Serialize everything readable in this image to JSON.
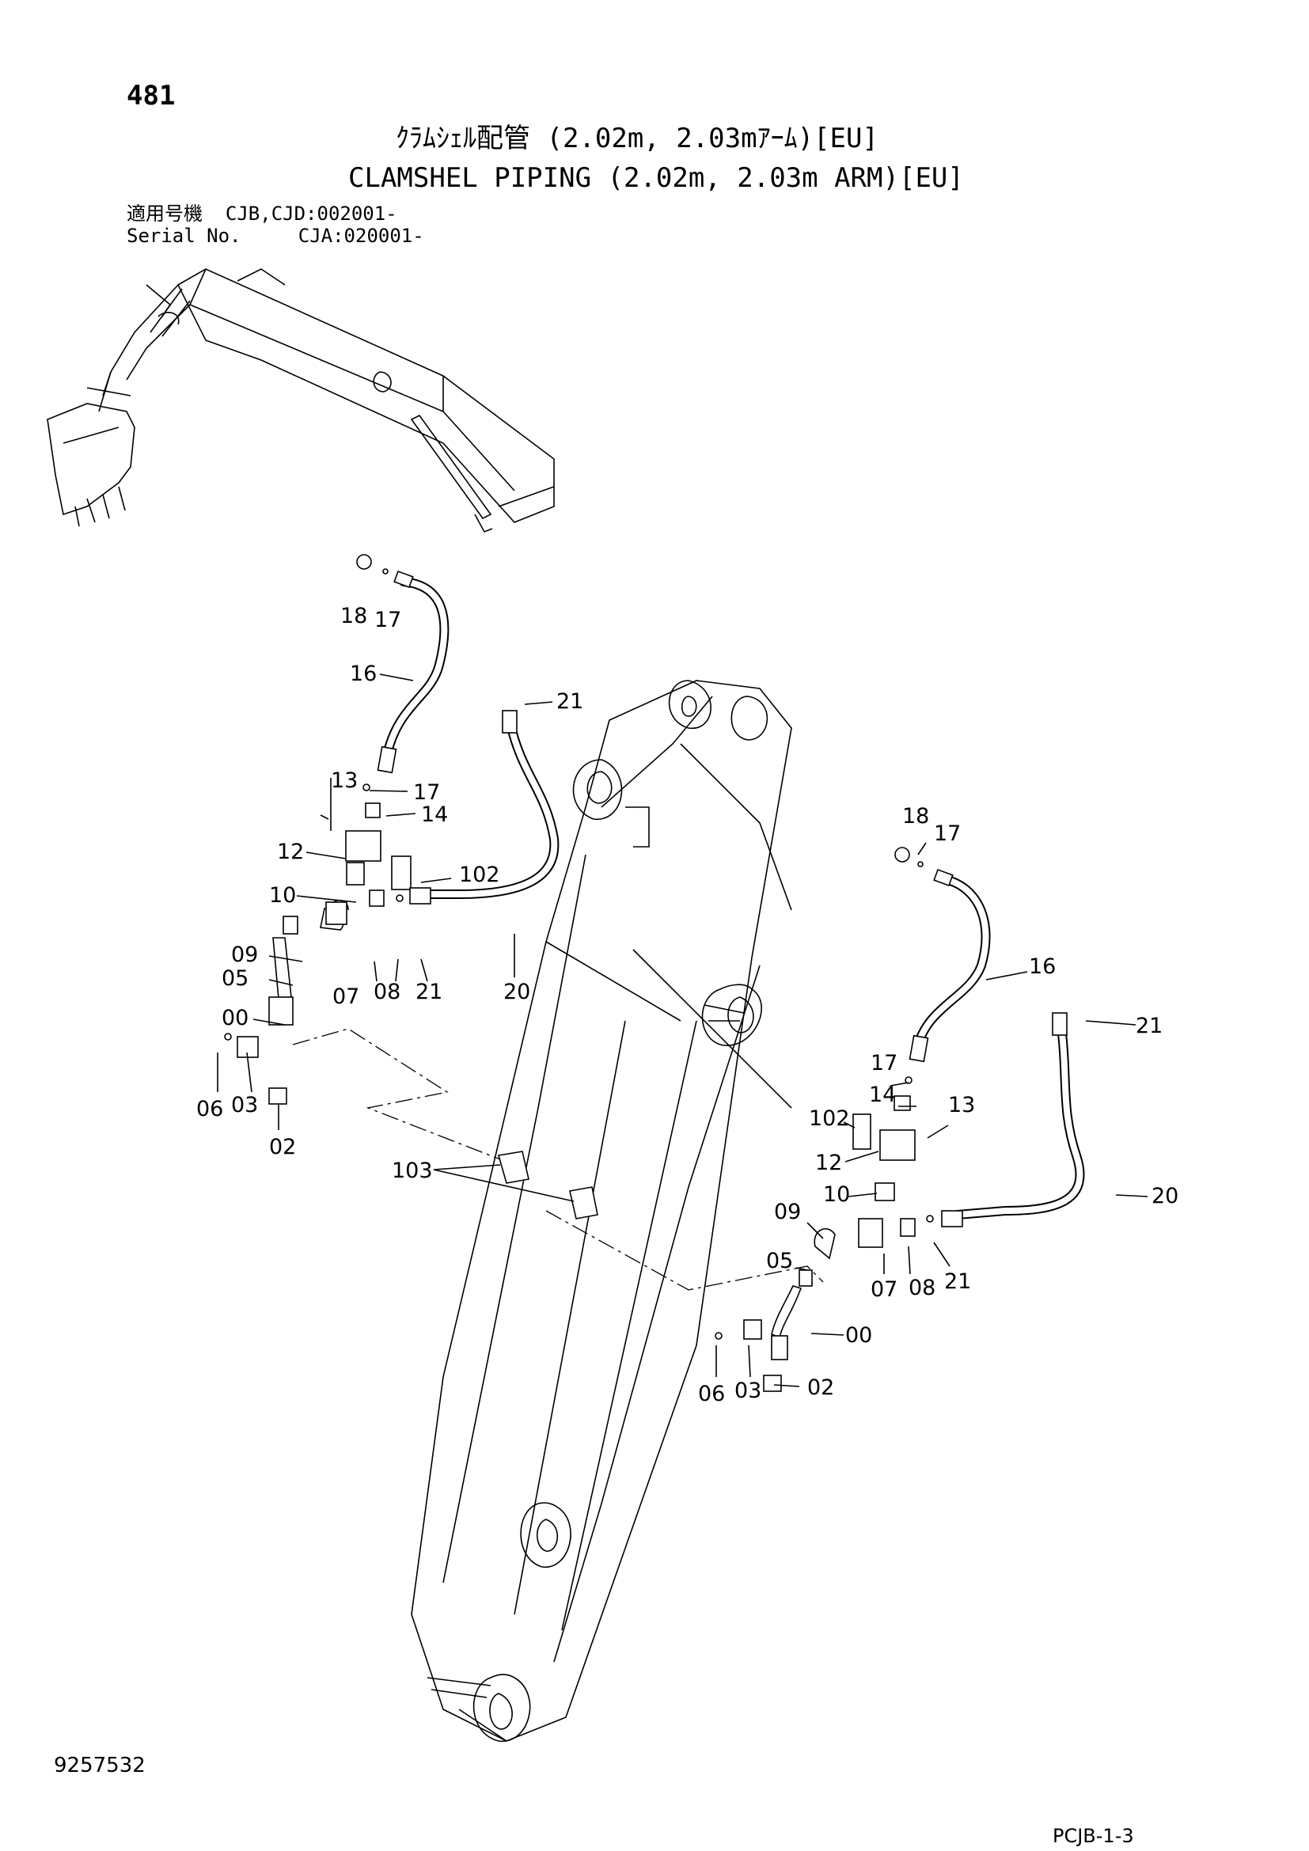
{
  "page_number": "481",
  "title_ja": "ｸﾗﾑｼｪﾙ配管 (2.02m, 2.03mｱｰﾑ)[EU]",
  "title_en": "CLAMSHEL PIPING (2.02m, 2.03m ARM)[EU]",
  "serial": {
    "line1_label": "適用号機",
    "line1_value": "CJB,CJD:002001-",
    "line2_label": "Serial No.",
    "line2_value": "CJA:020001-"
  },
  "drawing_number": "9257532",
  "page_code": "PCJB-1-3",
  "callouts": {
    "left": {
      "p18": "18",
      "p17a": "17",
      "p16": "16",
      "p21a": "21",
      "p13": "13",
      "p17b": "17",
      "p14": "14",
      "p12": "12",
      "p102": "102",
      "p10": "10",
      "p09": "09",
      "p05": "05",
      "p00": "00",
      "p07": "07",
      "p08": "08",
      "p21b": "21",
      "p20": "20",
      "p06": "06",
      "p03": "03",
      "p02": "02"
    },
    "center": {
      "p103": "103"
    },
    "right": {
      "p18": "18",
      "p17a": "17",
      "p16": "16",
      "p21a": "21",
      "p17b": "17",
      "p14": "14",
      "p13": "13",
      "p102": "102",
      "p12": "12",
      "p10": "10",
      "p09": "09",
      "p20": "20",
      "p05": "05",
      "p07": "07",
      "p08": "08",
      "p21b": "21",
      "p00": "00",
      "p06": "06",
      "p03": "03",
      "p02": "02"
    }
  }
}
